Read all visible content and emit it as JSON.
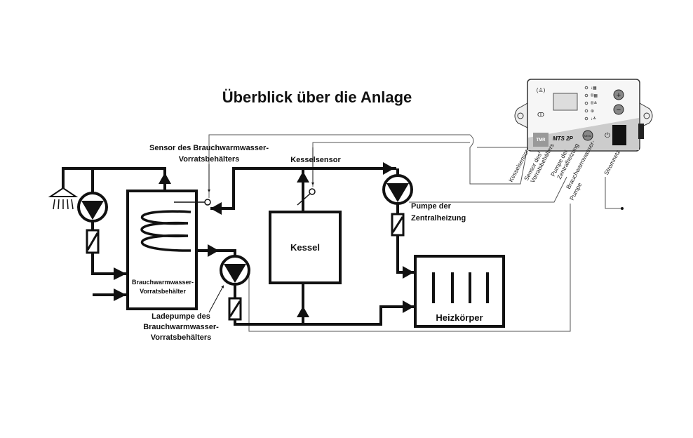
{
  "title": "Überblick über die Anlage",
  "labels": {
    "tank_sensor_1": "Sensor des Brauchwarmwasser-",
    "tank_sensor_2": "Vorratsbehälters",
    "boiler_sensor": "Kesselsensor",
    "tank_1": "Brauchwarmwasser-",
    "tank_2": "Vorratsbehälter",
    "boiler": "Kessel",
    "heating_pump_1": "Pumpe der",
    "heating_pump_2": "Zentralheizung",
    "radiator": "Heizkörper",
    "charge_pump_1": "Ladepumpe des",
    "charge_pump_2": "Brauchwarmwasser-",
    "charge_pump_3": "Vorratsbehälters"
  },
  "controller": {
    "brand": "TMR",
    "model": "MTS 2P",
    "menu_label": "MENU",
    "terminals": [
      {
        "line1": "Kesselsensor",
        "line2": ""
      },
      {
        "line1": "Sensor des",
        "line2": "Vorratsbehälters"
      },
      {
        "line1": "Pumpe der",
        "line2": "Zentralheizung"
      },
      {
        "line1": "Brauchwarmwasser-",
        "line2": "Pumpe"
      },
      {
        "line1": "Stromnetz",
        "line2": ""
      }
    ]
  }
}
